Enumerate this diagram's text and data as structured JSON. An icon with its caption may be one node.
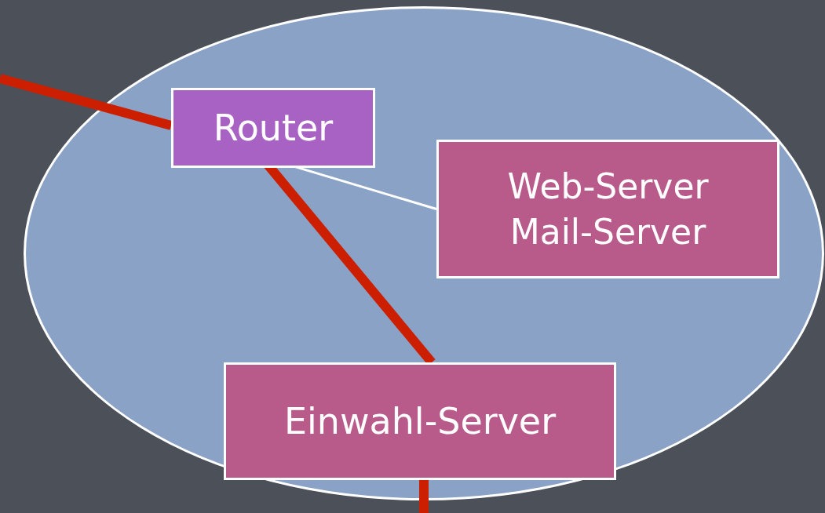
{
  "diagram": {
    "nodes": [
      {
        "text": [],
        "shape": "ellipse"
      },
      {
        "text": [
          "Router"
        ],
        "in": 0
      },
      {
        "text": [
          "Web-Server",
          "Mail-Server"
        ],
        "in": 0
      },
      {
        "text": [
          "Einwahl-Server"
        ],
        "in": 0
      }
    ],
    "edges": [
      {
        "from": null,
        "to": 1,
        "arrow": "none"
      },
      {
        "from": 1,
        "to": 3,
        "arrow": "none"
      },
      {
        "from": 1,
        "to": 2,
        "arrow": "none",
        "color": "#ffffff"
      },
      {
        "from": 3,
        "to": null,
        "arrow": "none"
      }
    ]
  }
}
